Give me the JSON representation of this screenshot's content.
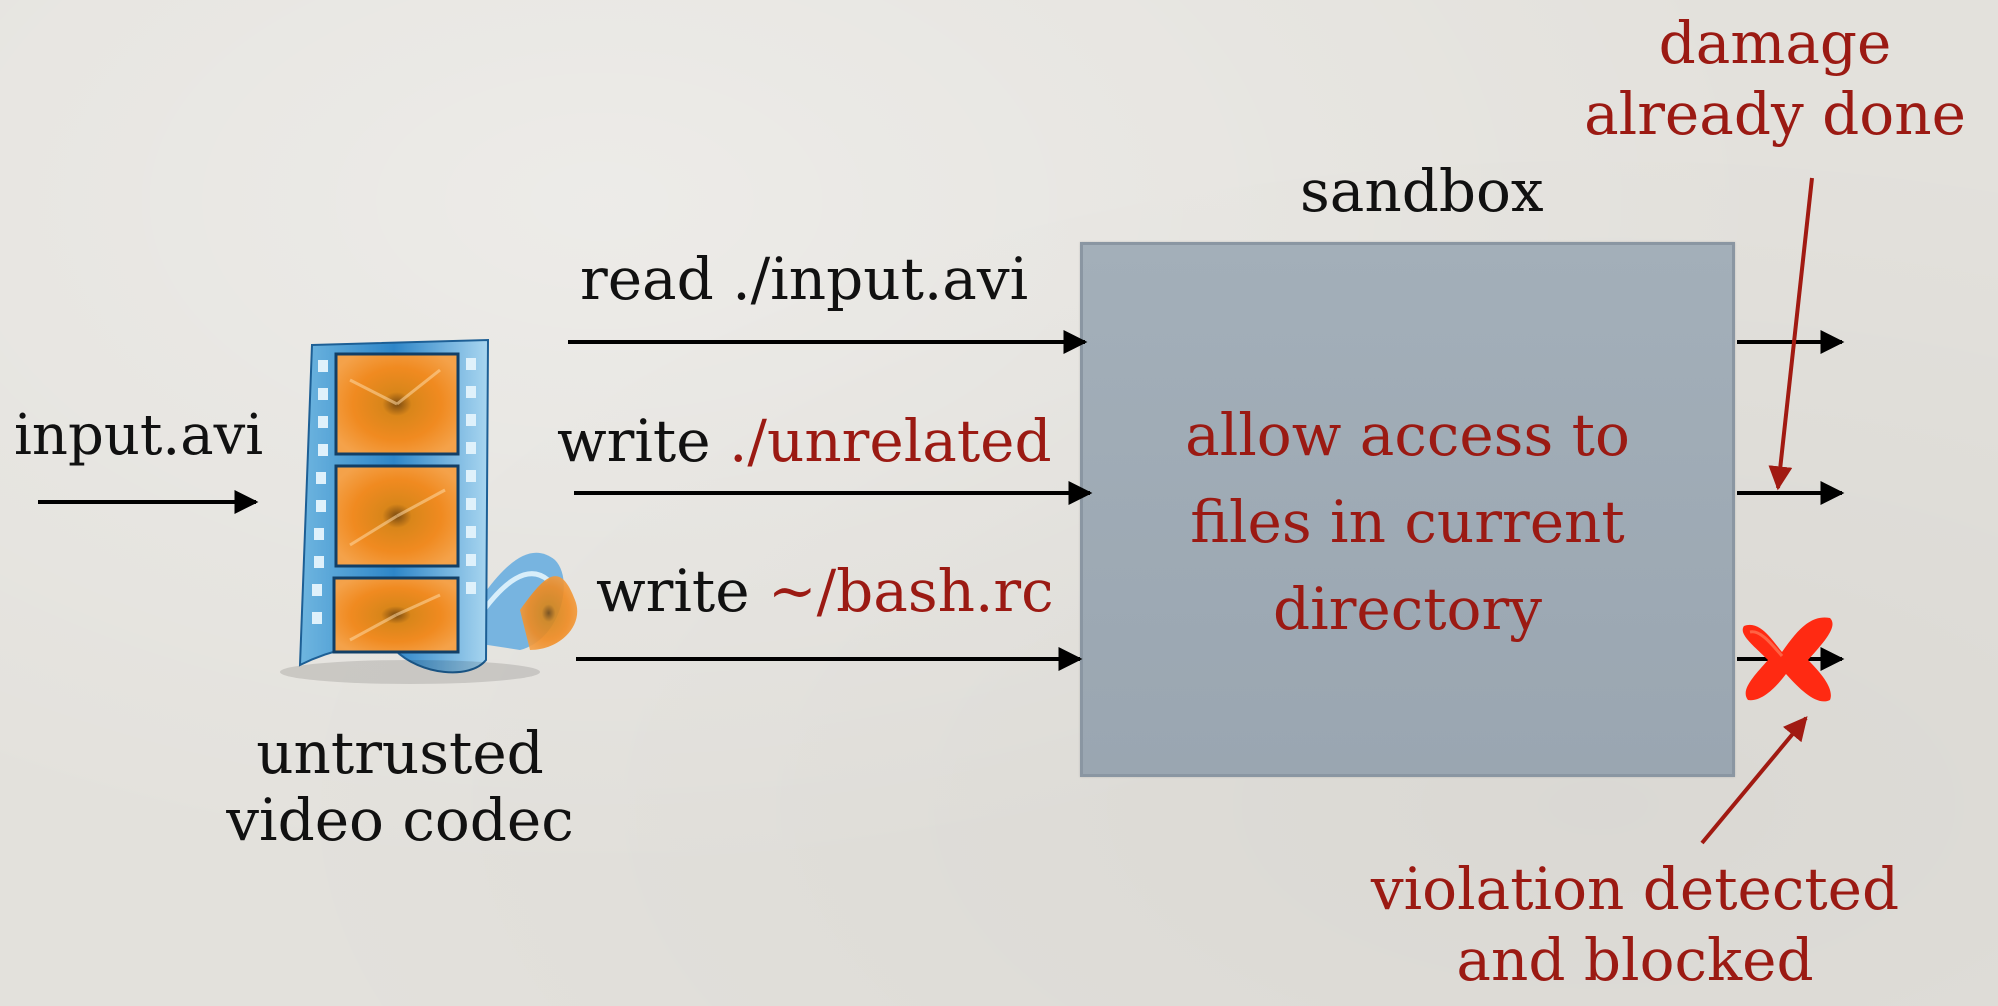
{
  "colors": {
    "text_primary": "#111111",
    "text_accent": "#9b1a13",
    "sandbox_fill": "#9ea9b4",
    "arrow_color": "#000000",
    "annotation_arrow_color": "#a11a12",
    "block_mark_color": "#ff2a12"
  },
  "input_label": "input.avi",
  "codec": {
    "icon": "film-strip-icon",
    "label_line1": "untrusted",
    "label_line2": "video codec"
  },
  "requests": [
    {
      "verb": "read ",
      "path": "./input.avi",
      "path_highlighted": false
    },
    {
      "verb": "write ",
      "path": "./unrelated",
      "path_highlighted": true
    },
    {
      "verb": "write ",
      "path": "~/bash.rc",
      "path_highlighted": true
    }
  ],
  "sandbox": {
    "title": "sandbox",
    "policy_line1": "allow access to",
    "policy_line2": "files in current",
    "policy_line3": "directory"
  },
  "annotations": {
    "damage_line1": "damage",
    "damage_line2": "already done",
    "violation_line1": "violation detected",
    "violation_line2": "and blocked"
  },
  "blocked_marker_icon": "red-x-icon"
}
